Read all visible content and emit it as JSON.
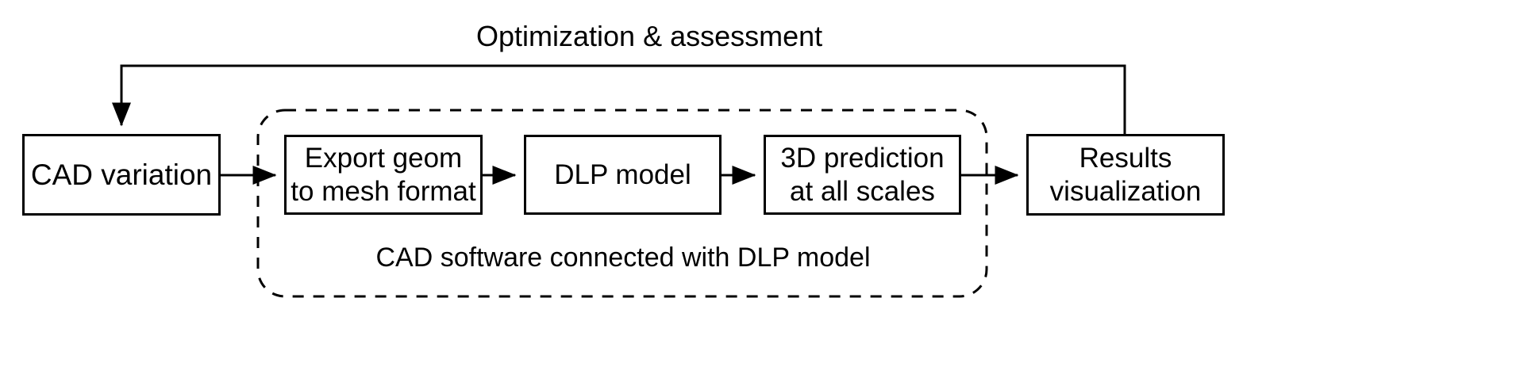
{
  "diagram": {
    "type": "flowchart",
    "title_label": "Optimization & assessment",
    "group_label": "CAD software connected with DLP model",
    "stroke_color": "#000000",
    "background_color": "#ffffff",
    "nodes": [
      {
        "id": "cad-variation",
        "label": "CAD variation"
      },
      {
        "id": "export-geom",
        "label": "Export geom\nto mesh format"
      },
      {
        "id": "dlp-model",
        "label": "DLP model"
      },
      {
        "id": "3d-prediction",
        "label": "3D prediction\nat all scales"
      },
      {
        "id": "results-viz",
        "label": "Results\nvisualization"
      }
    ],
    "edges": [
      {
        "from": "cad-variation",
        "to": "export-geom",
        "style": "solid-arrow"
      },
      {
        "from": "export-geom",
        "to": "dlp-model",
        "style": "solid-arrow"
      },
      {
        "from": "dlp-model",
        "to": "3d-prediction",
        "style": "solid-arrow"
      },
      {
        "from": "3d-prediction",
        "to": "results-viz",
        "style": "solid-arrow"
      },
      {
        "from": "results-viz",
        "to": "cad-variation",
        "style": "solid-arrow-feedback",
        "label": "Optimization & assessment"
      }
    ],
    "group_container": {
      "label": "CAD software connected with DLP model",
      "border_style": "dashed",
      "contains": [
        "export-geom",
        "dlp-model",
        "3d-prediction"
      ]
    }
  }
}
